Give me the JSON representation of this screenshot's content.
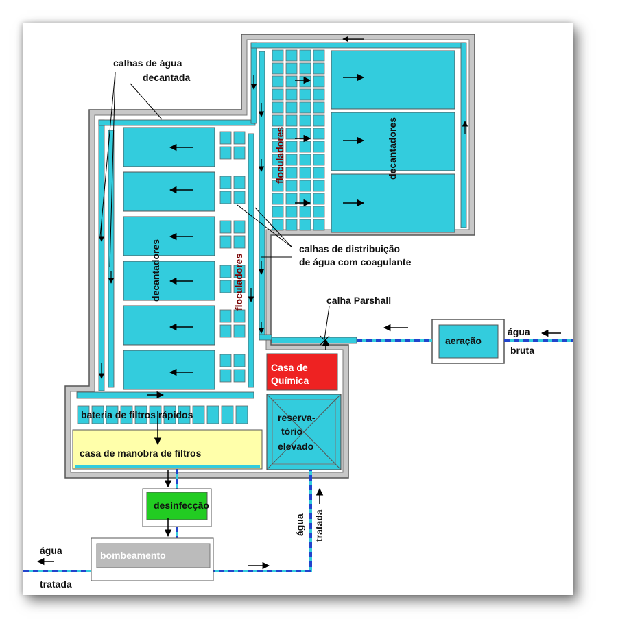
{
  "labels": {
    "calhas_decantada_1": "calhas de água",
    "calhas_decantada_2": "decantada",
    "decantadores_left": "decantadores",
    "decantadores_right": "decantadores",
    "floculadores_left": "floculadores",
    "floculadores_right": "floculadores",
    "calhas_distribuicao_1": "calhas de distribuição",
    "calhas_distribuicao_2": "de água com coagulante",
    "calha_parshall": "calha Parshall",
    "aeracao": "aeração",
    "agua_bruta_1": "água",
    "agua_bruta_2": "bruta",
    "casa_quimica_1": "Casa de",
    "casa_quimica_2": "Química",
    "reservatorio_1": "reserva-",
    "reservatorio_2": "tório",
    "reservatorio_3": "elevado",
    "bateria_filtros": "bateria de filtros rápidos",
    "casa_manobra": "casa de manobra de filtros",
    "desinfeccao": "desinfecção",
    "bombeamento": "bombeamento",
    "agua_tratada_left_1": "água",
    "agua_tratada_left_2": "tratada",
    "agua_tratada_vert_1": "água",
    "agua_tratada_vert_2": "tratada"
  },
  "colors": {
    "water": "#33ccdd",
    "structure": "#c8c8c8",
    "pipe": "#2244cc",
    "chemical": "#ee2222",
    "disinfection": "#22cc22",
    "filter_house": "#ffffaa",
    "pump": "#bbbbbb"
  }
}
